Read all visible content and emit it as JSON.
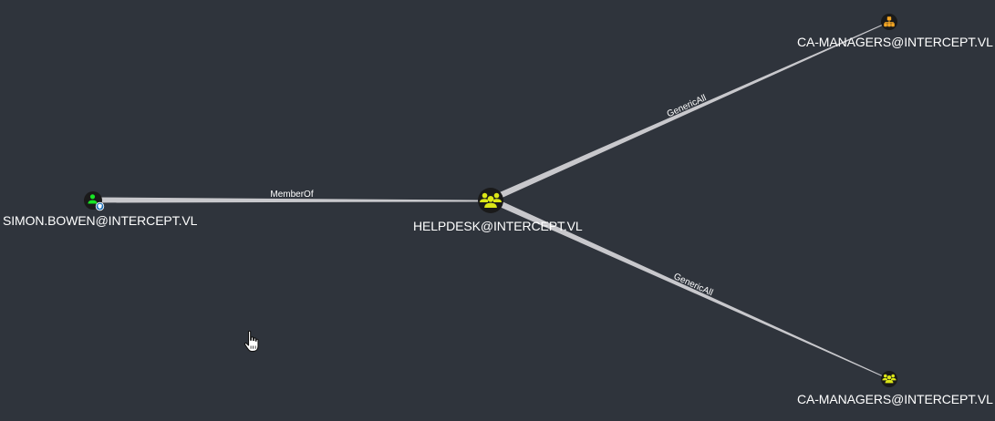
{
  "graph": {
    "nodes": {
      "simon": {
        "label": "SIMON.BOWEN@INTERCEPT.VL",
        "icon": "user-icon",
        "badge_icon": "shield-badge-icon",
        "color": "#17e625"
      },
      "helpdesk": {
        "label": "HELPDESK@INTERCEPT.VL",
        "icon": "group-icon",
        "color": "#dbe617"
      },
      "ca_managers_top": {
        "label": "CA-MANAGERS@INTERCEPT.VL",
        "icon": "org-chart-icon",
        "color": "#f5a623"
      },
      "ca_managers_bottom": {
        "label": "CA-MANAGERS@INTERCEPT.VL",
        "icon": "group-icon",
        "color": "#dbe617"
      }
    },
    "edges": {
      "memberof": {
        "label": "MemberOf",
        "from": "simon",
        "to": "helpdesk"
      },
      "genericall_top": {
        "label": "GenericAll",
        "from": "helpdesk",
        "to": "ca_managers_top"
      },
      "genericall_bottom": {
        "label": "GenericAll",
        "from": "helpdesk",
        "to": "ca_managers_bottom"
      }
    },
    "colors": {
      "background": "#2f343c",
      "edge": "#c8c8cc",
      "node_bg": "#1a1a1a",
      "label": "#ffffff"
    }
  },
  "cursor": {
    "icon": "hand-pointer-icon"
  }
}
